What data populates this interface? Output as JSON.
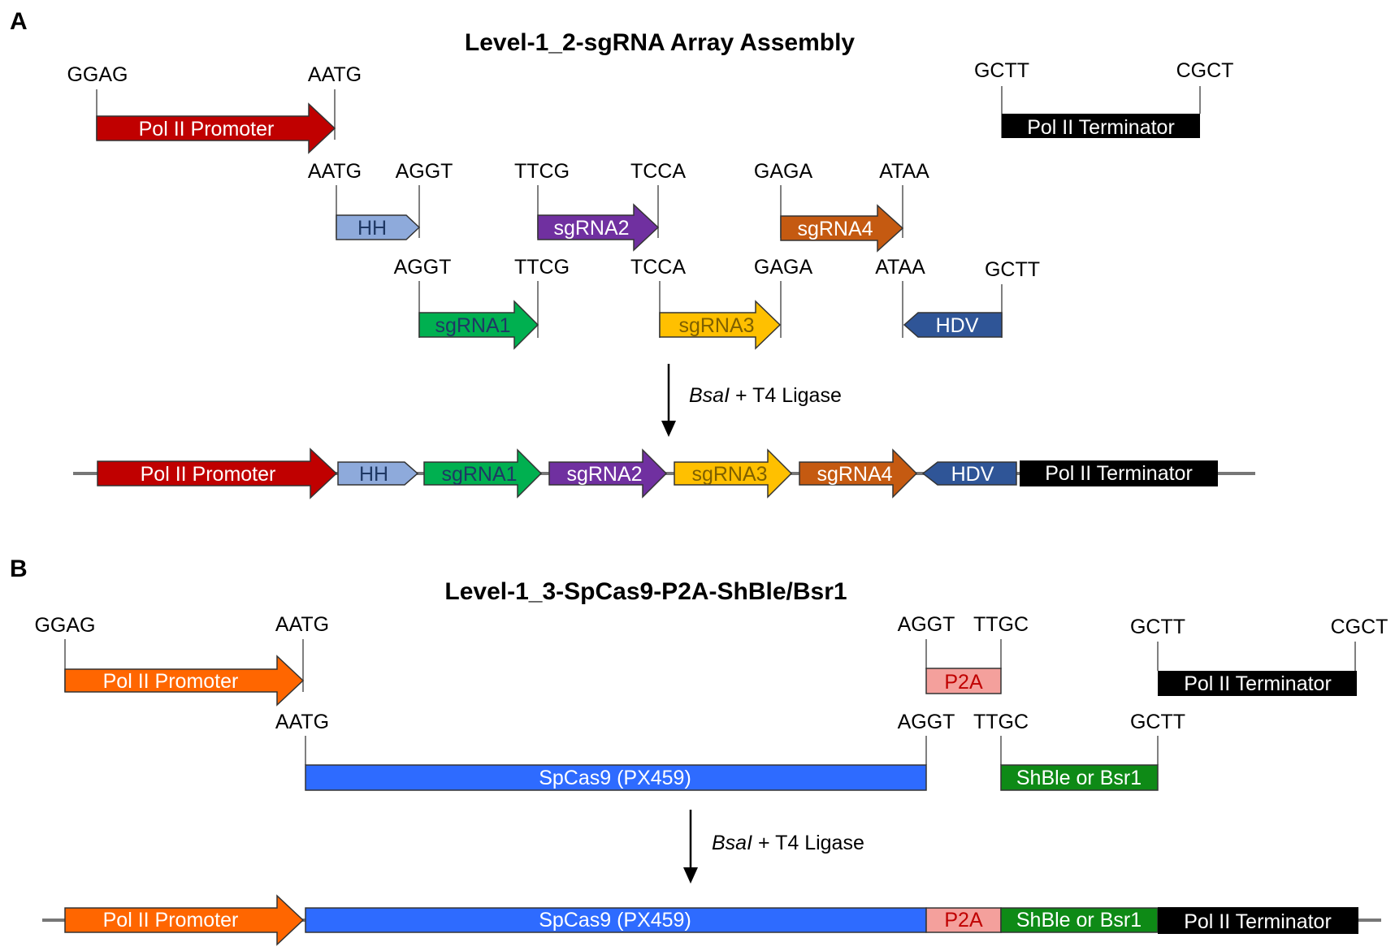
{
  "panel_a": {
    "label": "A",
    "title": "Level-1_2-sgRNA Array Assembly",
    "reaction": {
      "enzyme": "BsaI",
      "rest": " + T4 Ligase"
    },
    "sites": [
      "GGAG",
      "AATG",
      "GCTT",
      "CGCT",
      "AATG",
      "AGGT",
      "TTCG",
      "TCCA",
      "GAGA",
      "ATAA",
      "AGGT",
      "TTCG",
      "TCCA",
      "GAGA",
      "ATAA",
      "GCTT"
    ],
    "parts": [
      {
        "label": "Pol II Promoter",
        "color": "#c00000",
        "text_color": "#ffffff"
      },
      {
        "label": "Pol II Terminator",
        "color": "#000000",
        "text_color": "#ffffff"
      },
      {
        "label": "HH",
        "color": "#8eaadb",
        "text_color": "#1f3864"
      },
      {
        "label": "sgRNA2",
        "color": "#7030a0",
        "text_color": "#ffffff"
      },
      {
        "label": "sgRNA4",
        "color": "#c55a11",
        "text_color": "#ffffff"
      },
      {
        "label": "sgRNA1",
        "color": "#00b050",
        "text_color": "#1f3864"
      },
      {
        "label": "sgRNA3",
        "color": "#ffc000",
        "text_color": "#7f6000"
      },
      {
        "label": "HDV",
        "color": "#2f5597",
        "text_color": "#ffffff"
      }
    ],
    "assembled": [
      {
        "label": "Pol II Promoter",
        "color": "#c00000",
        "text_color": "#ffffff"
      },
      {
        "label": "HH",
        "color": "#8eaadb",
        "text_color": "#1f3864"
      },
      {
        "label": "sgRNA1",
        "color": "#00b050",
        "text_color": "#1f3864"
      },
      {
        "label": "sgRNA2",
        "color": "#7030a0",
        "text_color": "#ffffff"
      },
      {
        "label": "sgRNA3",
        "color": "#ffc000",
        "text_color": "#7f6000"
      },
      {
        "label": "sgRNA4",
        "color": "#c55a11",
        "text_color": "#ffffff"
      },
      {
        "label": "HDV",
        "color": "#2f5597",
        "text_color": "#ffffff"
      },
      {
        "label": "Pol II Terminator",
        "color": "#000000",
        "text_color": "#ffffff"
      }
    ]
  },
  "panel_b": {
    "label": "B",
    "title": "Level-1_3-SpCas9-P2A-ShBle/Bsr1",
    "reaction": {
      "enzyme": "BsaI",
      "rest": " + T4 Ligase"
    },
    "sites": [
      "GGAG",
      "AATG",
      "AGGT",
      "TTGC",
      "GCTT",
      "CGCT",
      "AATG",
      "AGGT",
      "TTGC",
      "GCTT"
    ],
    "parts": [
      {
        "label": "Pol II Promoter",
        "color": "#ff6600",
        "text_color": "#ffffff"
      },
      {
        "label": "P2A",
        "color": "#f4a09c",
        "text_color": "#c00000"
      },
      {
        "label": "Pol II Terminator",
        "color": "#000000",
        "text_color": "#ffffff"
      },
      {
        "label": "SpCas9 (PX459)",
        "color": "#2e6bff",
        "text_color": "#ffffff"
      },
      {
        "label": "ShBle or Bsr1",
        "color": "#0e8a16",
        "text_color": "#ffffff"
      }
    ],
    "assembled": [
      {
        "label": "Pol II Promoter",
        "color": "#ff6600",
        "text_color": "#ffffff"
      },
      {
        "label": "SpCas9 (PX459)",
        "color": "#2e6bff",
        "text_color": "#ffffff"
      },
      {
        "label": "P2A",
        "color": "#f4a09c",
        "text_color": "#c00000"
      },
      {
        "label": "ShBle or Bsr1",
        "color": "#0e8a16",
        "text_color": "#ffffff"
      },
      {
        "label": "Pol II Terminator",
        "color": "#000000",
        "text_color": "#ffffff"
      }
    ]
  }
}
